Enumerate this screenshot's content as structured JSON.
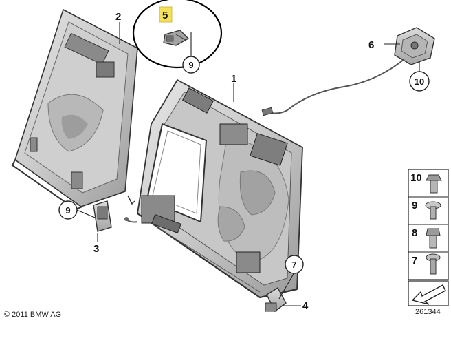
{
  "callouts": {
    "c1": "1",
    "c2": "2",
    "c3": "3",
    "c4": "4",
    "c5": "5",
    "c6": "6"
  },
  "circled": {
    "n7": "7",
    "n9_left": "9",
    "n9_top": "9",
    "n10": "10"
  },
  "legend": {
    "items": [
      "10",
      "9",
      "8",
      "7"
    ]
  },
  "footer": {
    "copyright": "© 2011 BMW AG",
    "diagram_number": "261344"
  },
  "colors": {
    "highlight": "#f5e05a",
    "part_fill": "#d6d6d6",
    "part_dark": "#6a6a6a",
    "outline": "#222222",
    "annotation_ellipse": "#000000"
  }
}
